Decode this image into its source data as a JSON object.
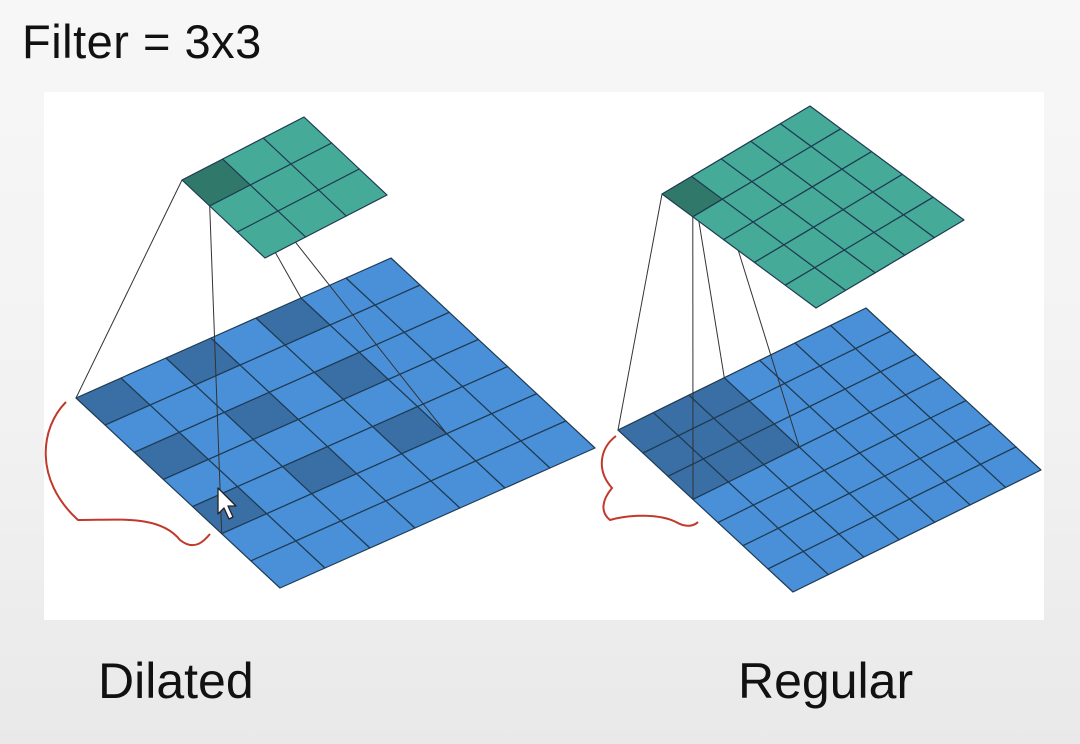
{
  "heading": "Filter = 3x3",
  "captions": {
    "dilated": "Dilated",
    "regular": "Regular"
  },
  "colors": {
    "input_cell": "#4a90d9",
    "input_highlight": "#3a6fa6",
    "output_cell": "#45ab98",
    "output_highlight": "#307869",
    "grid_line": "#1f3b52",
    "annotation": "#c0392b"
  },
  "diagrams": {
    "dilated": {
      "input_grid": [
        7,
        7
      ],
      "output_grid": [
        3,
        3
      ],
      "dilation": 2,
      "highlighted_output_cell": [
        0,
        0
      ]
    },
    "regular": {
      "input_grid": [
        7,
        7
      ],
      "output_grid": [
        5,
        5
      ],
      "dilation": 1,
      "highlighted_output_cell": [
        0,
        0
      ]
    }
  },
  "cursor_icon": "mouse-pointer-icon"
}
